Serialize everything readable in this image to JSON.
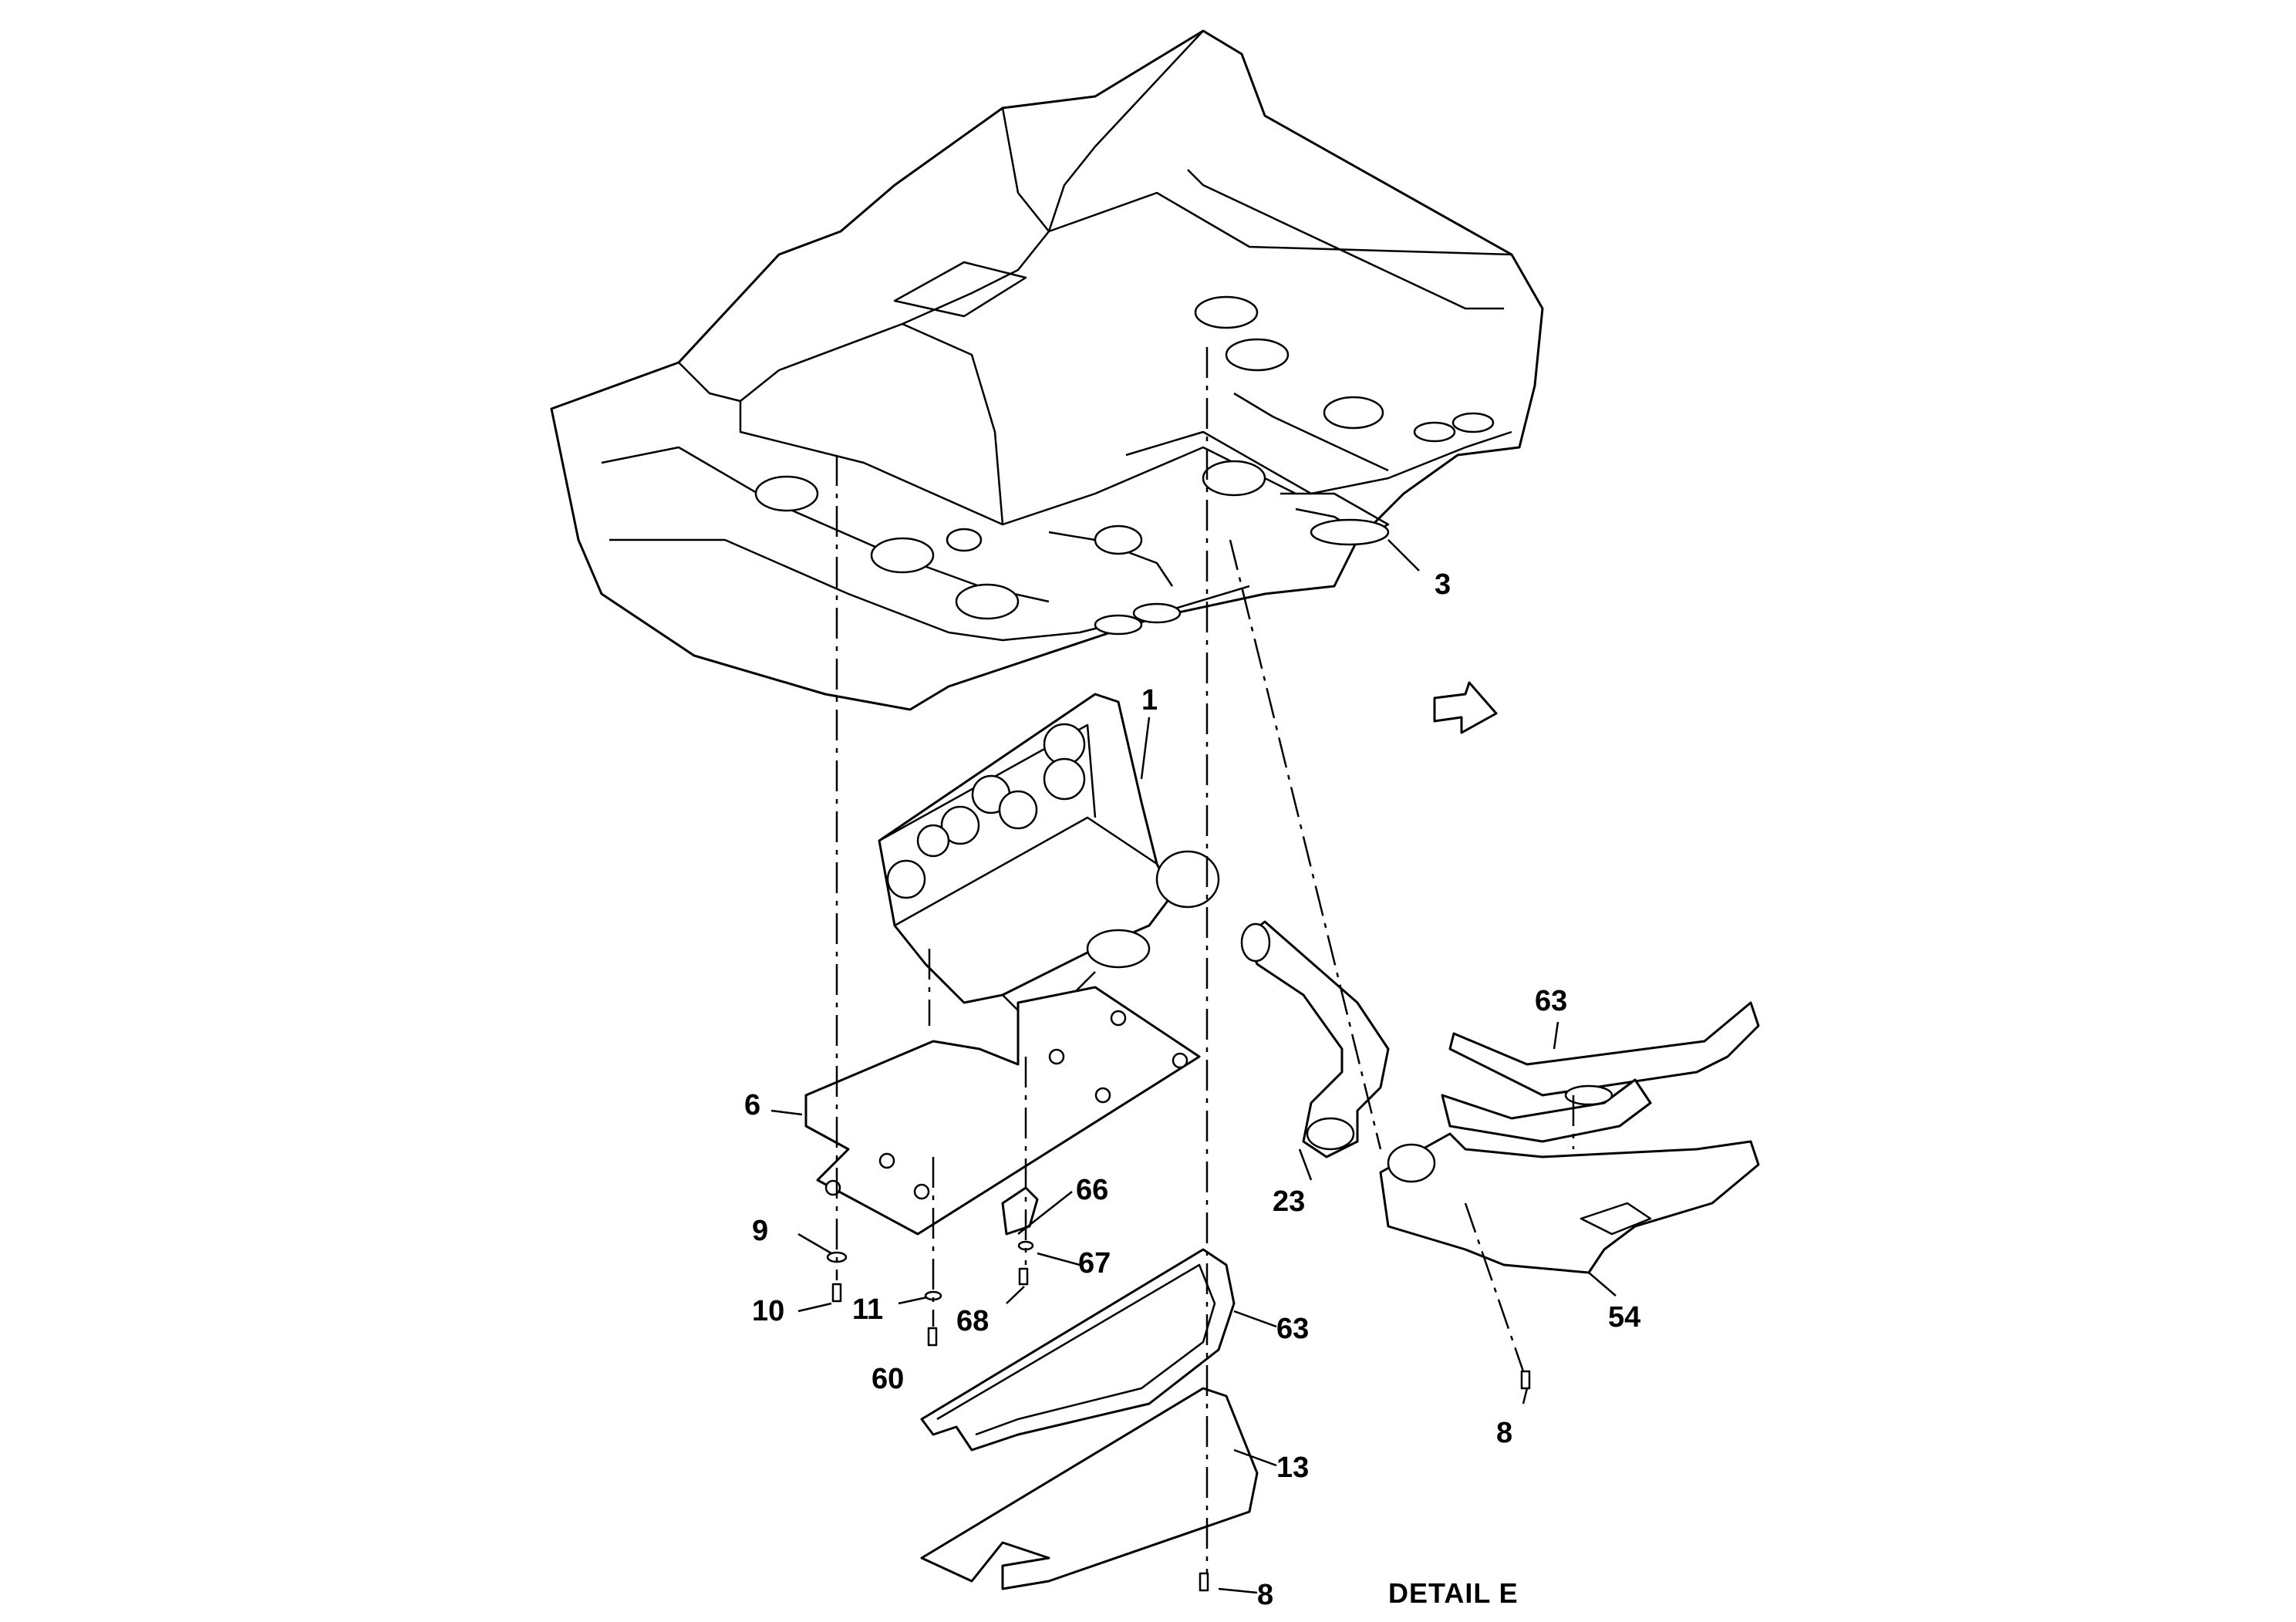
{
  "diagram": {
    "caption": "DETAIL E",
    "callouts": [
      "1",
      "3",
      "6",
      "9",
      "10",
      "11",
      "60",
      "66",
      "67",
      "68",
      "23",
      "63",
      "63",
      "54",
      "8",
      "8",
      "13"
    ]
  },
  "colors": {
    "line": "#000000",
    "background": "#ffffff"
  },
  "icons": {
    "direction": "arrow-icon"
  }
}
